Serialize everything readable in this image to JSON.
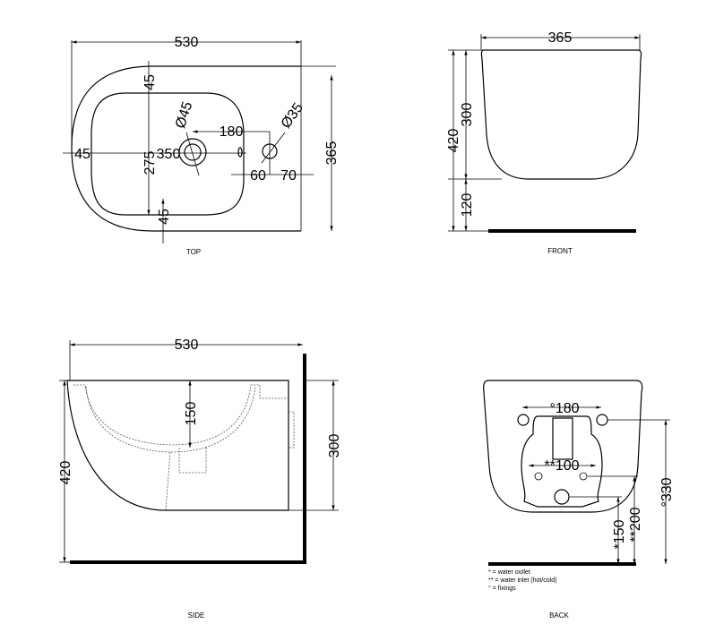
{
  "views": {
    "top": {
      "label": "TOP",
      "dims": {
        "width": "530",
        "depth": "365",
        "rim_back": "45",
        "rim_front": "45",
        "rim_side": "45",
        "bowl_width": "275",
        "bowl_length": "350",
        "outlet_dia": "Ø45",
        "tap_dia": "Ø35",
        "outlet_to_tap": "180",
        "tap_offset": "60",
        "tap_to_back": "70"
      }
    },
    "front": {
      "label": "FRONT",
      "dims": {
        "width": "365",
        "height_total": "420",
        "body_height": "300",
        "floor_gap": "120"
      }
    },
    "side": {
      "label": "SIDE",
      "dims": {
        "length": "530",
        "height_total": "420",
        "body_height": "300",
        "bowl_depth": "150"
      }
    },
    "back": {
      "label": "BACK",
      "dims": {
        "fixings_spacing": "°180",
        "inlet_spacing": "**100",
        "fixings_height": "°330",
        "inlet_height": "**200",
        "outlet_height": "*150"
      },
      "legend": [
        "* = water outlet",
        "** = water inlet (hot/cold)",
        "° = fixings"
      ]
    }
  }
}
